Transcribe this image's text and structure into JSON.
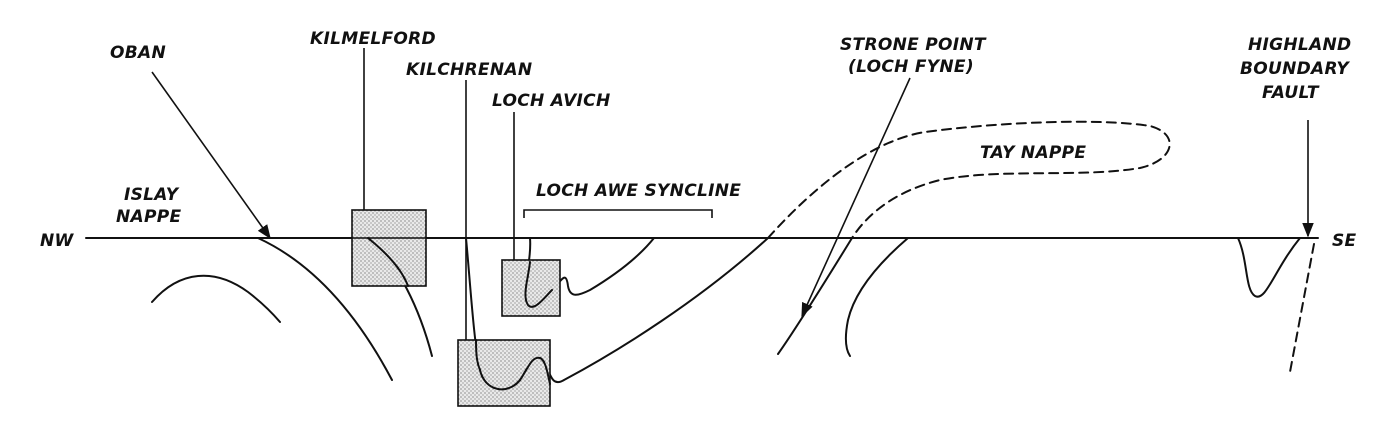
{
  "labels": {
    "oban": "OBAN",
    "kilmelford": "KILMELFORD",
    "kilchrenan": "KILCHRENAN",
    "loch_avich": "LOCH AVICH",
    "strone_point_1": "STRONE POINT",
    "strone_point_2": "(LOCH FYNE)",
    "highland_1": "HIGHLAND",
    "highland_2": "BOUNDARY",
    "highland_3": "FAULT",
    "islay_1": "ISLAY",
    "islay_2": "NAPPE",
    "loch_awe_syncline": "LOCH AWE SYNCLINE",
    "tay_nappe": "TAY NAPPE",
    "nw": "NW",
    "se": "SE"
  },
  "colors": {
    "ink": "#111111",
    "stipple_fill": "#e9e9e9",
    "background": "#ffffff"
  }
}
